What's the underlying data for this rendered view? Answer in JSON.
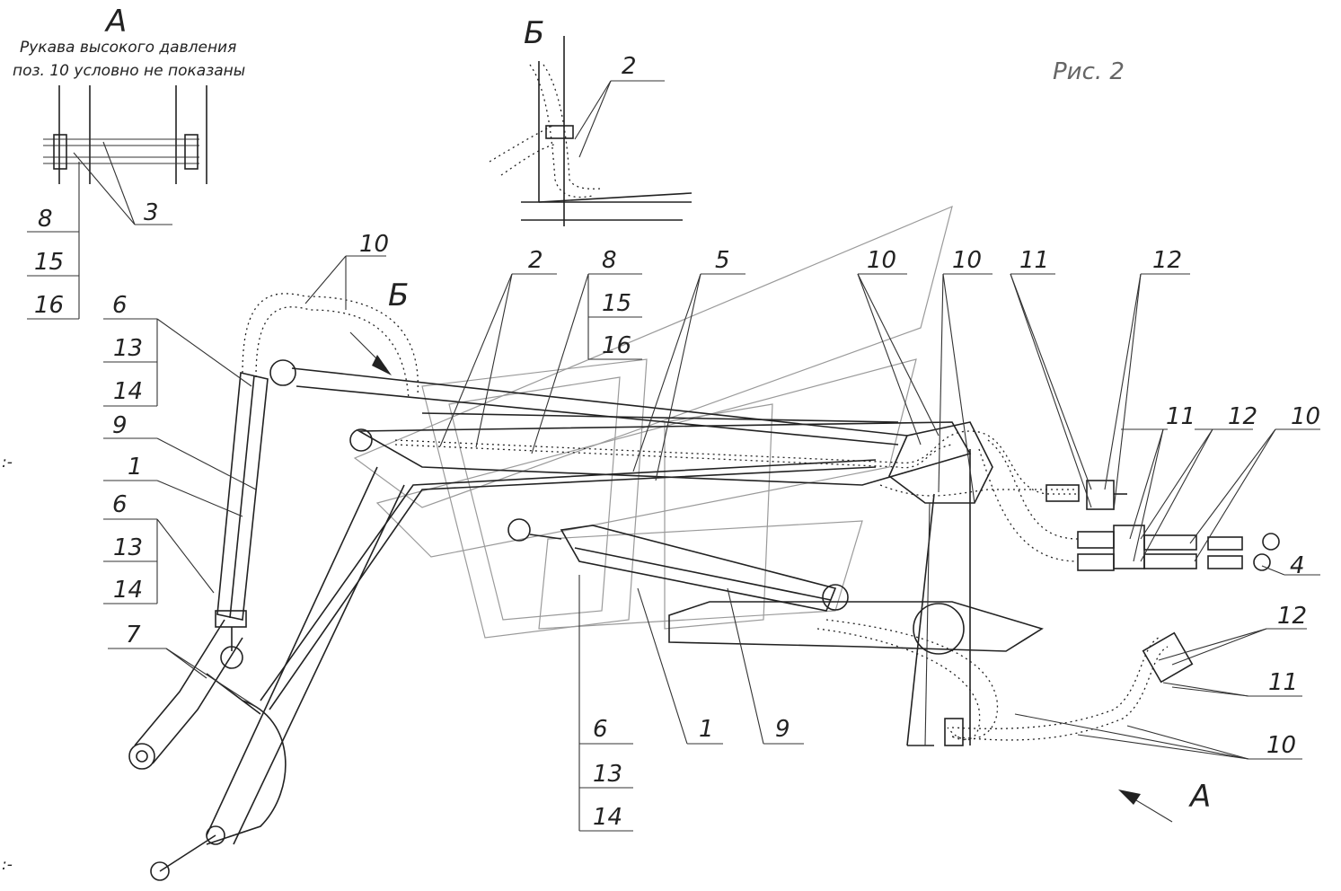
{
  "view_a": {
    "letter": "А",
    "note_line1": "Рукава высокого давления",
    "note_line2": "поз. 10 условно не показаны"
  },
  "view_b": {
    "letter": "Б"
  },
  "figure_label": "Рис. 2",
  "callouts": {
    "n1": "1",
    "n2": "2",
    "n3": "3",
    "n4": "4",
    "n5": "5",
    "n6": "6",
    "n7": "7",
    "n8": "8",
    "n9": "9",
    "n10": "10",
    "n11": "11",
    "n12": "12",
    "n13": "13",
    "n14": "14",
    "n15": "15",
    "n16": "16"
  },
  "view_markers": {
    "a": "А",
    "b": "Б"
  },
  "misc": {
    "dots": ":-"
  },
  "colors": {
    "line": "#222222",
    "watermark": "#9a9a9a"
  }
}
